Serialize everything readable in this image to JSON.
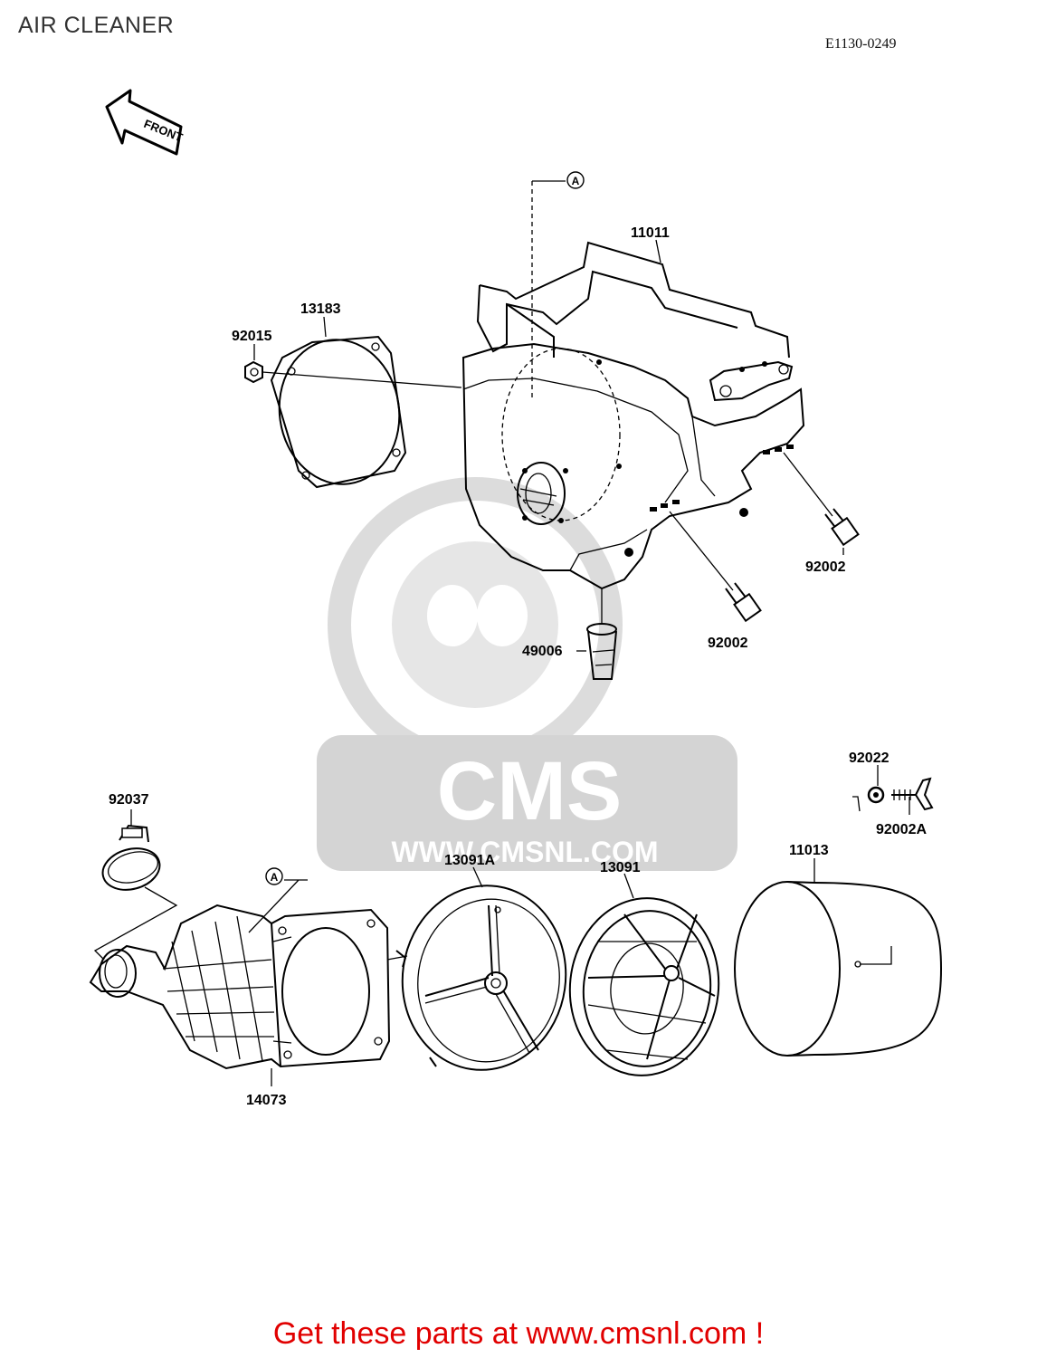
{
  "title": "AIR CLEANER",
  "diagram_code": "E1130-0249",
  "front_label": "FRONT",
  "ref_marker": "A",
  "parts": [
    {
      "id": "11011",
      "label": "11011"
    },
    {
      "id": "13183",
      "label": "13183"
    },
    {
      "id": "92015",
      "label": "92015"
    },
    {
      "id": "92002-upper",
      "label": "92002"
    },
    {
      "id": "92002-lower",
      "label": "92002"
    },
    {
      "id": "49006",
      "label": "49006"
    },
    {
      "id": "92037",
      "label": "92037"
    },
    {
      "id": "13091A",
      "label": "13091A"
    },
    {
      "id": "13091",
      "label": "13091"
    },
    {
      "id": "11013",
      "label": "11013"
    },
    {
      "id": "92022",
      "label": "92022"
    },
    {
      "id": "92002A",
      "label": "92002A"
    },
    {
      "id": "14073",
      "label": "14073"
    }
  ],
  "watermark": {
    "brand": "CMS",
    "url": "WWW.CMSNL.COM"
  },
  "footer": "Get these parts at www.cmsnl.com !",
  "colors": {
    "footer": "#e10000",
    "watermark": "#d9d9d9",
    "line": "#000000"
  }
}
